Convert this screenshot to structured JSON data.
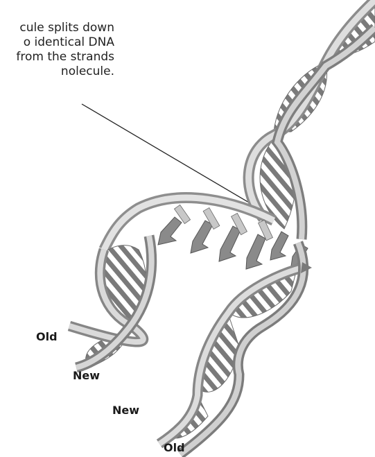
{
  "caption": {
    "lines": [
      "cule splits down",
      "o identical DNA",
      " from the strands",
      "nolecule."
    ]
  },
  "labels": {
    "old_top": "Old",
    "new_top": "New",
    "new_bottom": "New",
    "old_bottom": "Old"
  },
  "colors": {
    "strand_light": "#e2e2e2",
    "strand_mid": "#b9b9b9",
    "strand_dark": "#8a8a8a",
    "outline": "#5a5a5a",
    "leader_line": "#222222"
  }
}
